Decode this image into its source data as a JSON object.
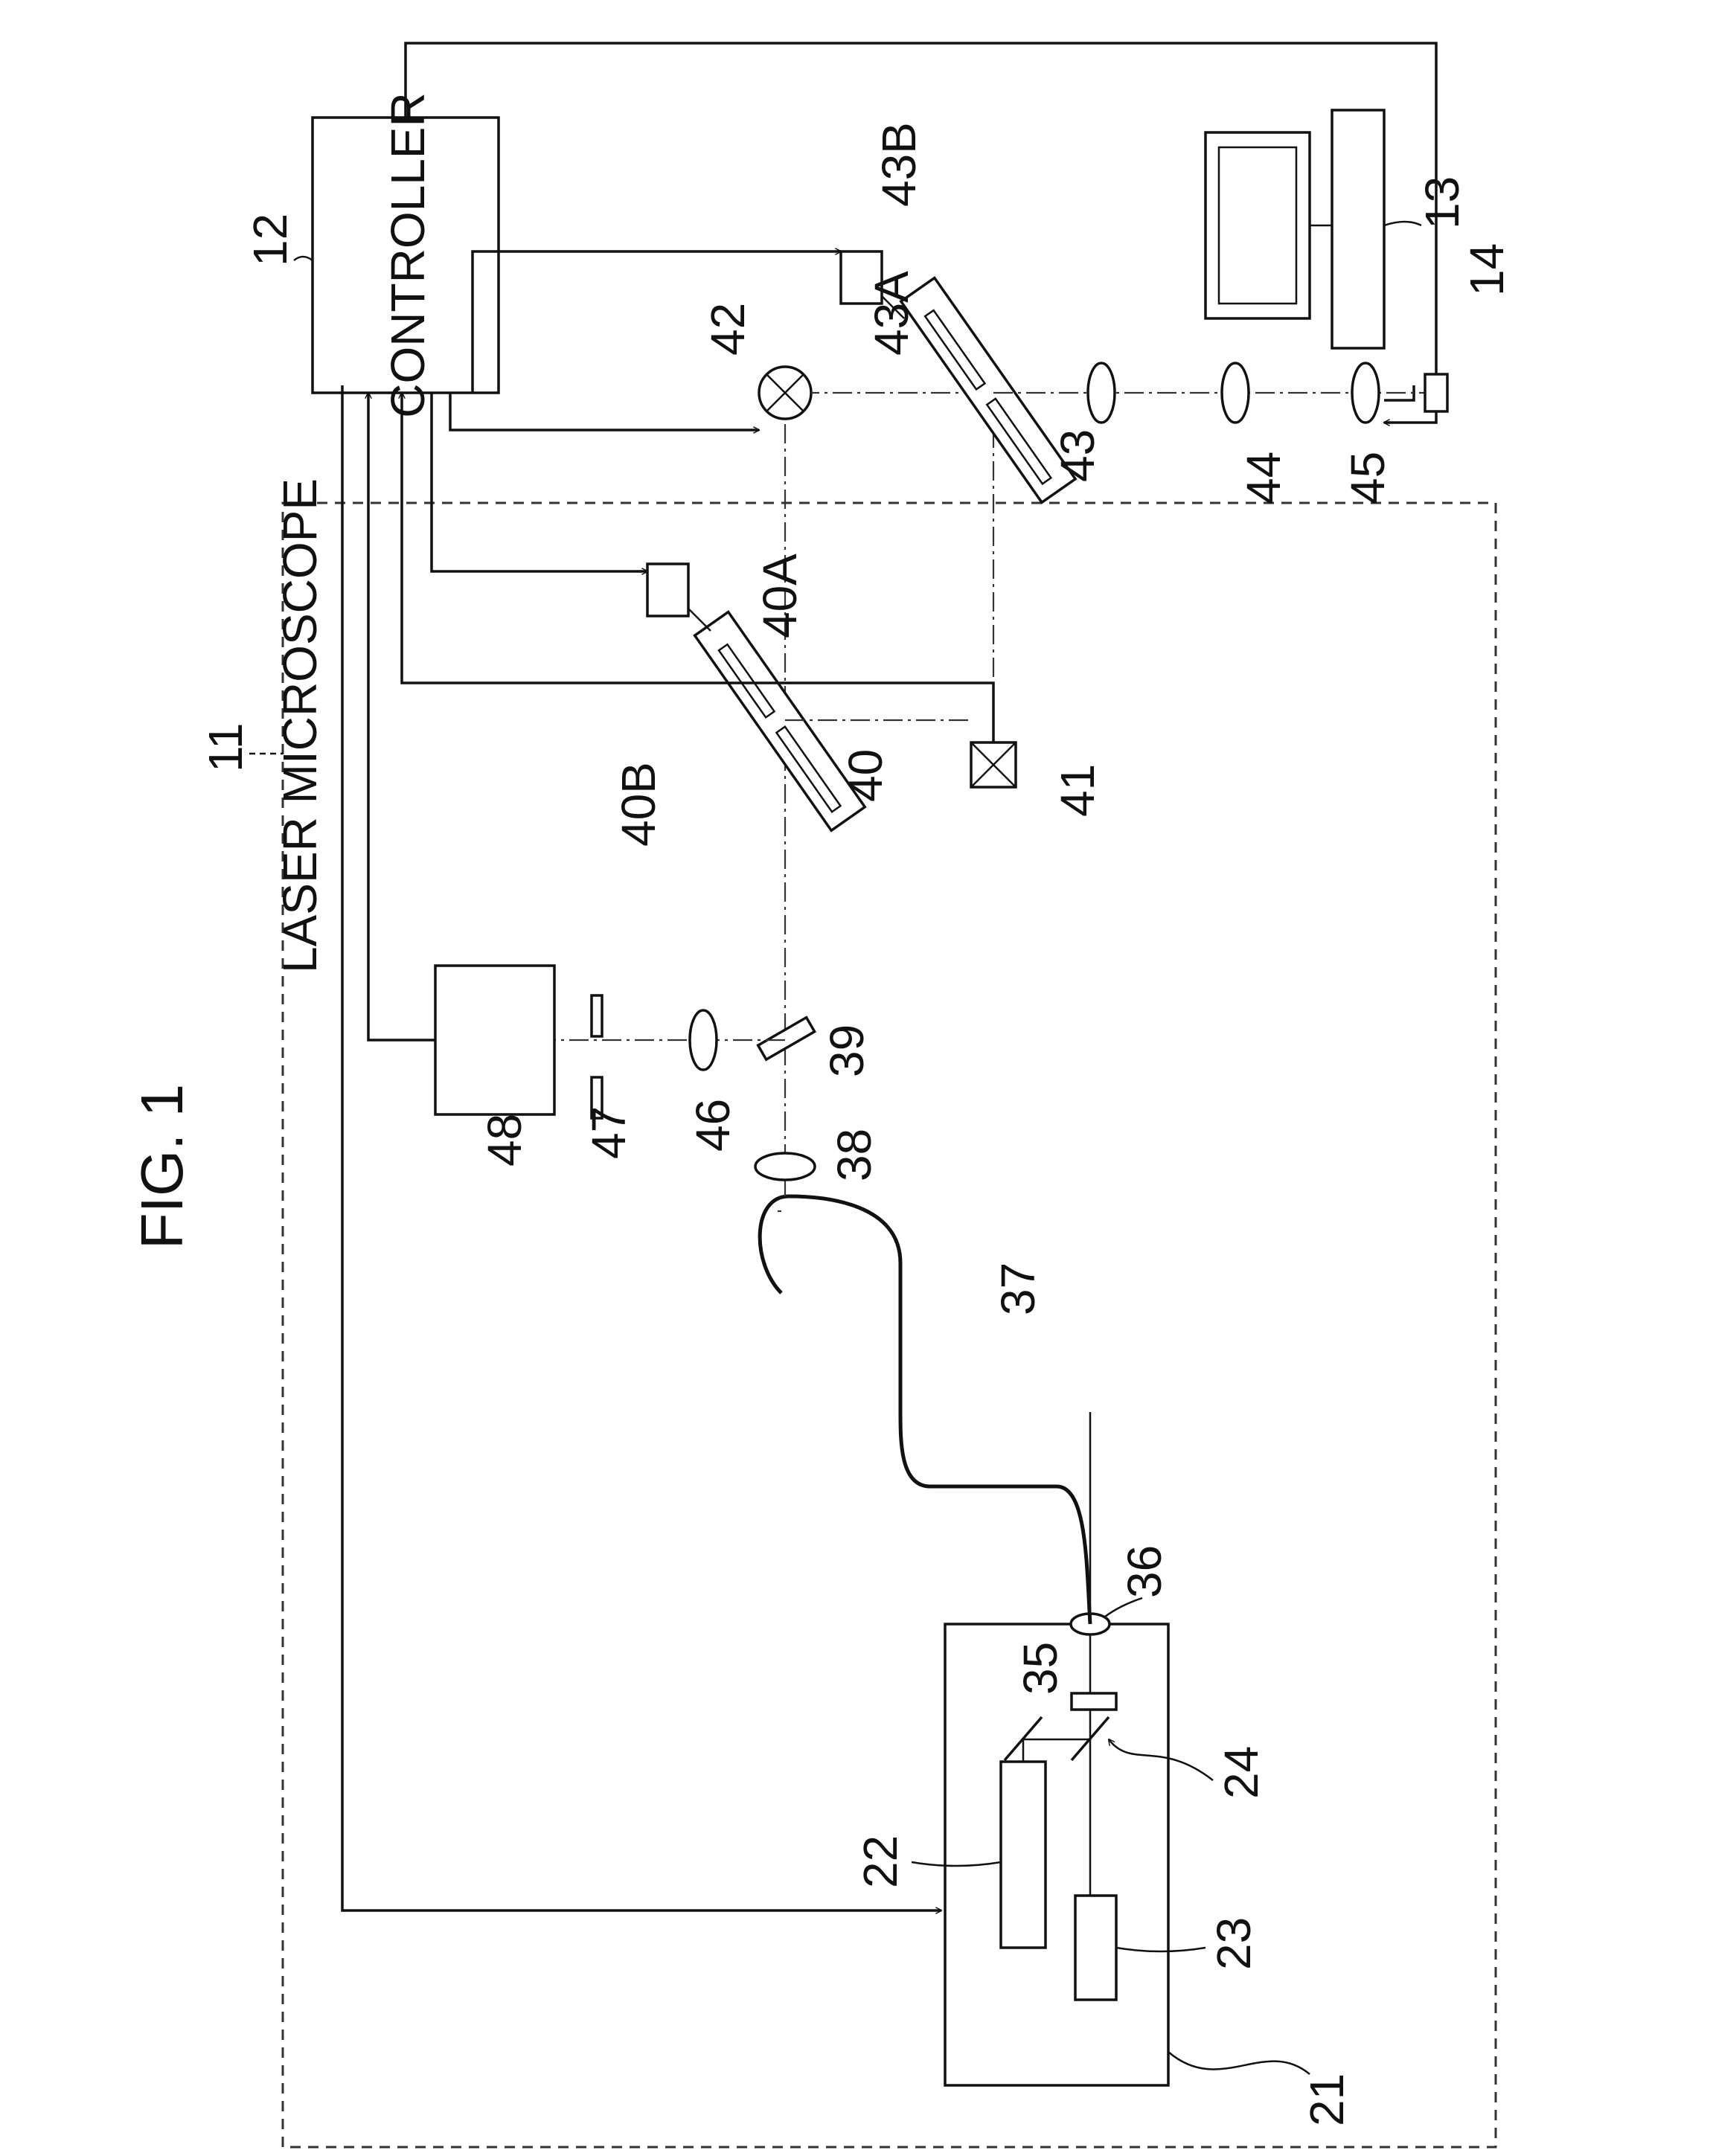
{
  "figure_title": "FIG. 1",
  "labels": {
    "laser_microscope": "LASER MICROSCOPE",
    "controller": "CONTROLLER",
    "n11": "11",
    "n12": "12",
    "n13": "13",
    "n14": "14",
    "n21": "21",
    "n22": "22",
    "n23": "23",
    "n24": "24",
    "n35": "35",
    "n36": "36",
    "n37": "37",
    "n38": "38",
    "n39": "39",
    "n40": "40",
    "n40A": "40A",
    "n40B": "40B",
    "n41": "41",
    "n42": "42",
    "n43": "43",
    "n43A": "43A",
    "n43B": "43B",
    "n44": "44",
    "n45": "45",
    "n46": "46",
    "n47": "47",
    "n48": "48"
  }
}
